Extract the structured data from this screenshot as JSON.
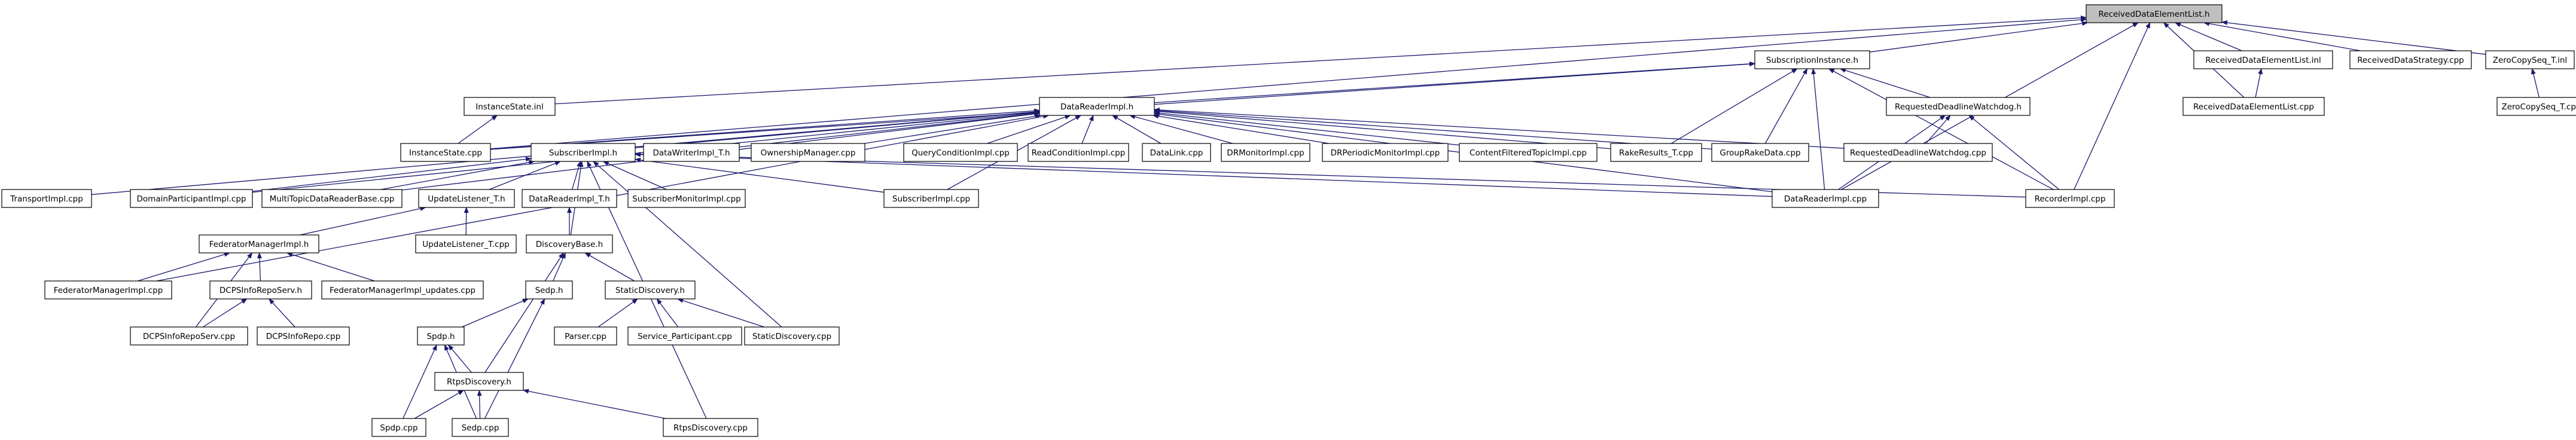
{
  "diagram": {
    "type": "include-dependency-graph",
    "root": "ReceivedDataElementList.h",
    "colors": {
      "edge": "#191970",
      "node_border": "#000000",
      "node_fill": "#ffffff",
      "root_fill": "#bfbfbf"
    },
    "nodes": [
      {
        "id": "n0",
        "label": "ReceivedDataElementList.h"
      },
      {
        "id": "n1",
        "label": "SubscriptionInstance.h"
      },
      {
        "id": "n2",
        "label": "ReceivedDataElementList.inl"
      },
      {
        "id": "n3",
        "label": "ReceivedDataStrategy.cpp"
      },
      {
        "id": "n4",
        "label": "ZeroCopySeq_T.inl"
      },
      {
        "id": "n5",
        "label": "InstanceState.inl"
      },
      {
        "id": "n6",
        "label": "ReceivedDataElementList.cpp"
      },
      {
        "id": "n7",
        "label": "ZeroCopySeq_T.cpp"
      },
      {
        "id": "n8",
        "label": "DataReaderImpl.h"
      },
      {
        "id": "n9",
        "label": "RequestedDeadlineWatchdog.h"
      },
      {
        "id": "n10",
        "label": "InstanceState.cpp"
      },
      {
        "id": "n11",
        "label": "SubscriberImpl.h"
      },
      {
        "id": "n12",
        "label": "DataWriterImpl_T.h"
      },
      {
        "id": "n13",
        "label": "OwnershipManager.cpp"
      },
      {
        "id": "n14",
        "label": "QueryConditionImpl.cpp"
      },
      {
        "id": "n15",
        "label": "ReadConditionImpl.cpp"
      },
      {
        "id": "n16",
        "label": "DataLink.cpp"
      },
      {
        "id": "n17",
        "label": "DRMonitorImpl.cpp"
      },
      {
        "id": "n18",
        "label": "DRPeriodicMonitorImpl.cpp"
      },
      {
        "id": "n19",
        "label": "ContentFilteredTopicImpl.cpp"
      },
      {
        "id": "n20",
        "label": "RakeResults_T.cpp"
      },
      {
        "id": "n21",
        "label": "GroupRakeData.cpp"
      },
      {
        "id": "n22",
        "label": "RequestedDeadlineWatchdog.cpp"
      },
      {
        "id": "n23",
        "label": "TransportImpl.cpp"
      },
      {
        "id": "n24",
        "label": "DomainParticipantImpl.cpp"
      },
      {
        "id": "n25",
        "label": "MultiTopicDataReaderBase.cpp"
      },
      {
        "id": "n26",
        "label": "UpdateListener_T.h"
      },
      {
        "id": "n27",
        "label": "DataReaderImpl_T.h"
      },
      {
        "id": "n28",
        "label": "SubscriberMonitorImpl.cpp"
      },
      {
        "id": "n29",
        "label": "SubscriberImpl.cpp"
      },
      {
        "id": "n30",
        "label": "DataReaderImpl.cpp"
      },
      {
        "id": "n31",
        "label": "RecorderImpl.cpp"
      },
      {
        "id": "n32",
        "label": "FederatorManagerImpl.h"
      },
      {
        "id": "n33",
        "label": "UpdateListener_T.cpp"
      },
      {
        "id": "n34",
        "label": "DiscoveryBase.h"
      },
      {
        "id": "n35",
        "label": "FederatorManagerImpl.cpp"
      },
      {
        "id": "n36",
        "label": "DCPSInfoRepoServ.h"
      },
      {
        "id": "n37",
        "label": "FederatorManagerImpl_updates.cpp"
      },
      {
        "id": "n38",
        "label": "Sedp.h"
      },
      {
        "id": "n39",
        "label": "StaticDiscovery.h"
      },
      {
        "id": "n40",
        "label": "DCPSInfoRepoServ.cpp"
      },
      {
        "id": "n41",
        "label": "DCPSInfoRepo.cpp"
      },
      {
        "id": "n42",
        "label": "Parser.cpp"
      },
      {
        "id": "n43",
        "label": "Service_Participant.cpp"
      },
      {
        "id": "n44",
        "label": "StaticDiscovery.cpp"
      },
      {
        "id": "n45",
        "label": "Spdp.h"
      },
      {
        "id": "n46",
        "label": "RtpsDiscovery.h"
      },
      {
        "id": "n47",
        "label": "Spdp.cpp"
      },
      {
        "id": "n48",
        "label": "Sedp.cpp"
      },
      {
        "id": "n49",
        "label": "RtpsDiscovery.cpp"
      }
    ],
    "edges": [
      [
        "n0",
        "n1"
      ],
      [
        "n0",
        "n2"
      ],
      [
        "n0",
        "n3"
      ],
      [
        "n0",
        "n4"
      ],
      [
        "n0",
        "n5"
      ],
      [
        "n0",
        "n10"
      ],
      [
        "n0",
        "n30"
      ],
      [
        "n0",
        "n31"
      ],
      [
        "n0",
        "n6"
      ],
      [
        "n1",
        "n8"
      ],
      [
        "n1",
        "n9"
      ],
      [
        "n1",
        "n10"
      ],
      [
        "n1",
        "n20"
      ],
      [
        "n1",
        "n21"
      ],
      [
        "n1",
        "n30"
      ],
      [
        "n1",
        "n31"
      ],
      [
        "n2",
        "n6"
      ],
      [
        "n4",
        "n7"
      ],
      [
        "n5",
        "n10"
      ],
      [
        "n8",
        "n10"
      ],
      [
        "n8",
        "n11"
      ],
      [
        "n8",
        "n12"
      ],
      [
        "n8",
        "n13"
      ],
      [
        "n8",
        "n14"
      ],
      [
        "n8",
        "n15"
      ],
      [
        "n8",
        "n16"
      ],
      [
        "n8",
        "n17"
      ],
      [
        "n8",
        "n18"
      ],
      [
        "n8",
        "n19"
      ],
      [
        "n8",
        "n20"
      ],
      [
        "n8",
        "n21"
      ],
      [
        "n8",
        "n22"
      ],
      [
        "n8",
        "n23"
      ],
      [
        "n8",
        "n24"
      ],
      [
        "n8",
        "n25"
      ],
      [
        "n8",
        "n29"
      ],
      [
        "n8",
        "n30"
      ],
      [
        "n8",
        "n35"
      ],
      [
        "n9",
        "n22"
      ],
      [
        "n9",
        "n30"
      ],
      [
        "n9",
        "n31"
      ],
      [
        "n11",
        "n24"
      ],
      [
        "n11",
        "n25"
      ],
      [
        "n11",
        "n26"
      ],
      [
        "n11",
        "n27"
      ],
      [
        "n11",
        "n28"
      ],
      [
        "n11",
        "n29"
      ],
      [
        "n11",
        "n30"
      ],
      [
        "n11",
        "n31"
      ],
      [
        "n11",
        "n34"
      ],
      [
        "n11",
        "n44"
      ],
      [
        "n11",
        "n49"
      ],
      [
        "n26",
        "n32"
      ],
      [
        "n26",
        "n33"
      ],
      [
        "n27",
        "n34"
      ],
      [
        "n32",
        "n35"
      ],
      [
        "n32",
        "n36"
      ],
      [
        "n32",
        "n37"
      ],
      [
        "n32",
        "n40"
      ],
      [
        "n34",
        "n38"
      ],
      [
        "n34",
        "n39"
      ],
      [
        "n34",
        "n46"
      ],
      [
        "n36",
        "n40"
      ],
      [
        "n36",
        "n41"
      ],
      [
        "n38",
        "n45"
      ],
      [
        "n38",
        "n48"
      ],
      [
        "n39",
        "n42"
      ],
      [
        "n39",
        "n43"
      ],
      [
        "n39",
        "n44"
      ],
      [
        "n45",
        "n46"
      ],
      [
        "n45",
        "n47"
      ],
      [
        "n45",
        "n48"
      ],
      [
        "n46",
        "n47"
      ],
      [
        "n46",
        "n48"
      ],
      [
        "n46",
        "n49"
      ]
    ]
  }
}
